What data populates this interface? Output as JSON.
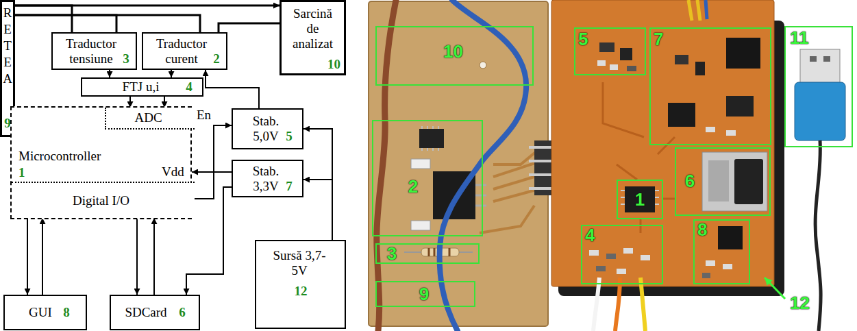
{
  "diagram": {
    "nodes": [
      {
        "text": [
          "R E T E A",
          "9"
        ]
      },
      {
        "text": [
          "Sarcină de analizat",
          "10"
        ]
      },
      {
        "text": [
          "Traductor tensiune",
          "3"
        ]
      },
      {
        "text": [
          "Traductor curent",
          "2"
        ]
      },
      {
        "text": [
          "FTJ u,i",
          "4"
        ]
      },
      {
        "text": [
          "Microcontroller",
          "1"
        ]
      },
      {
        "text": [
          "ADC"
        ],
        "in": 5
      },
      {
        "text": [
          "Digital I/O"
        ],
        "in": 5
      },
      {
        "text": [
          "Stab. 5,0V",
          "5"
        ]
      },
      {
        "text": [
          "Stab. 3,3V",
          "7"
        ]
      },
      {
        "text": [
          "Sursă 3,7-5V",
          "12"
        ]
      },
      {
        "text": [
          "GUI",
          "8"
        ]
      },
      {
        "text": [
          "SDCard",
          "6"
        ]
      },
      {
        "text": [
          "10"
        ]
      },
      {
        "text": [
          "2"
        ]
      },
      {
        "text": [
          "3"
        ]
      },
      {
        "text": [
          "9"
        ]
      },
      {
        "text": [
          "5"
        ]
      },
      {
        "text": [
          "7"
        ]
      },
      {
        "text": [
          "6"
        ]
      },
      {
        "text": [
          "1"
        ]
      },
      {
        "text": [
          "4"
        ]
      },
      {
        "text": [
          "8"
        ]
      },
      {
        "text": [
          "11"
        ]
      }
    ],
    "edges": [
      {
        "from": 0,
        "to": 1,
        "arrow": "to"
      },
      {
        "from": 0,
        "to": 3,
        "arrow": "none"
      },
      {
        "from": 3,
        "to": 1,
        "arrow": "none"
      },
      {
        "from": 2,
        "to": 0,
        "arrow": "none"
      },
      {
        "from": 2,
        "to": 0,
        "arrow": "none"
      },
      {
        "from": 2,
        "to": 4,
        "arrow": "to"
      },
      {
        "from": 3,
        "to": 4,
        "arrow": "to"
      },
      {
        "from": 4,
        "to": 6,
        "arrow": "to"
      },
      {
        "from": 4,
        "to": 6,
        "arrow": "to"
      },
      {
        "from": 8,
        "to": 3,
        "arrow": "to"
      },
      {
        "from": 7,
        "to": 8,
        "arrow": "to",
        "label": "En"
      },
      {
        "from": 9,
        "to": 5,
        "arrow": "to"
      },
      {
        "from": 9,
        "to": 12,
        "arrow": "to"
      },
      {
        "from": 10,
        "to": 8,
        "arrow": "to"
      },
      {
        "from": 10,
        "to": 9,
        "arrow": "to"
      },
      {
        "from": 7,
        "to": 11,
        "arrow": "to"
      },
      {
        "from": 11,
        "to": 7,
        "arrow": "to"
      },
      {
        "from": 7,
        "to": 12,
        "arrow": "to"
      },
      {
        "from": 12,
        "to": 7,
        "arrow": "to"
      }
    ],
    "labels": [
      "Vdd",
      "12"
    ]
  }
}
